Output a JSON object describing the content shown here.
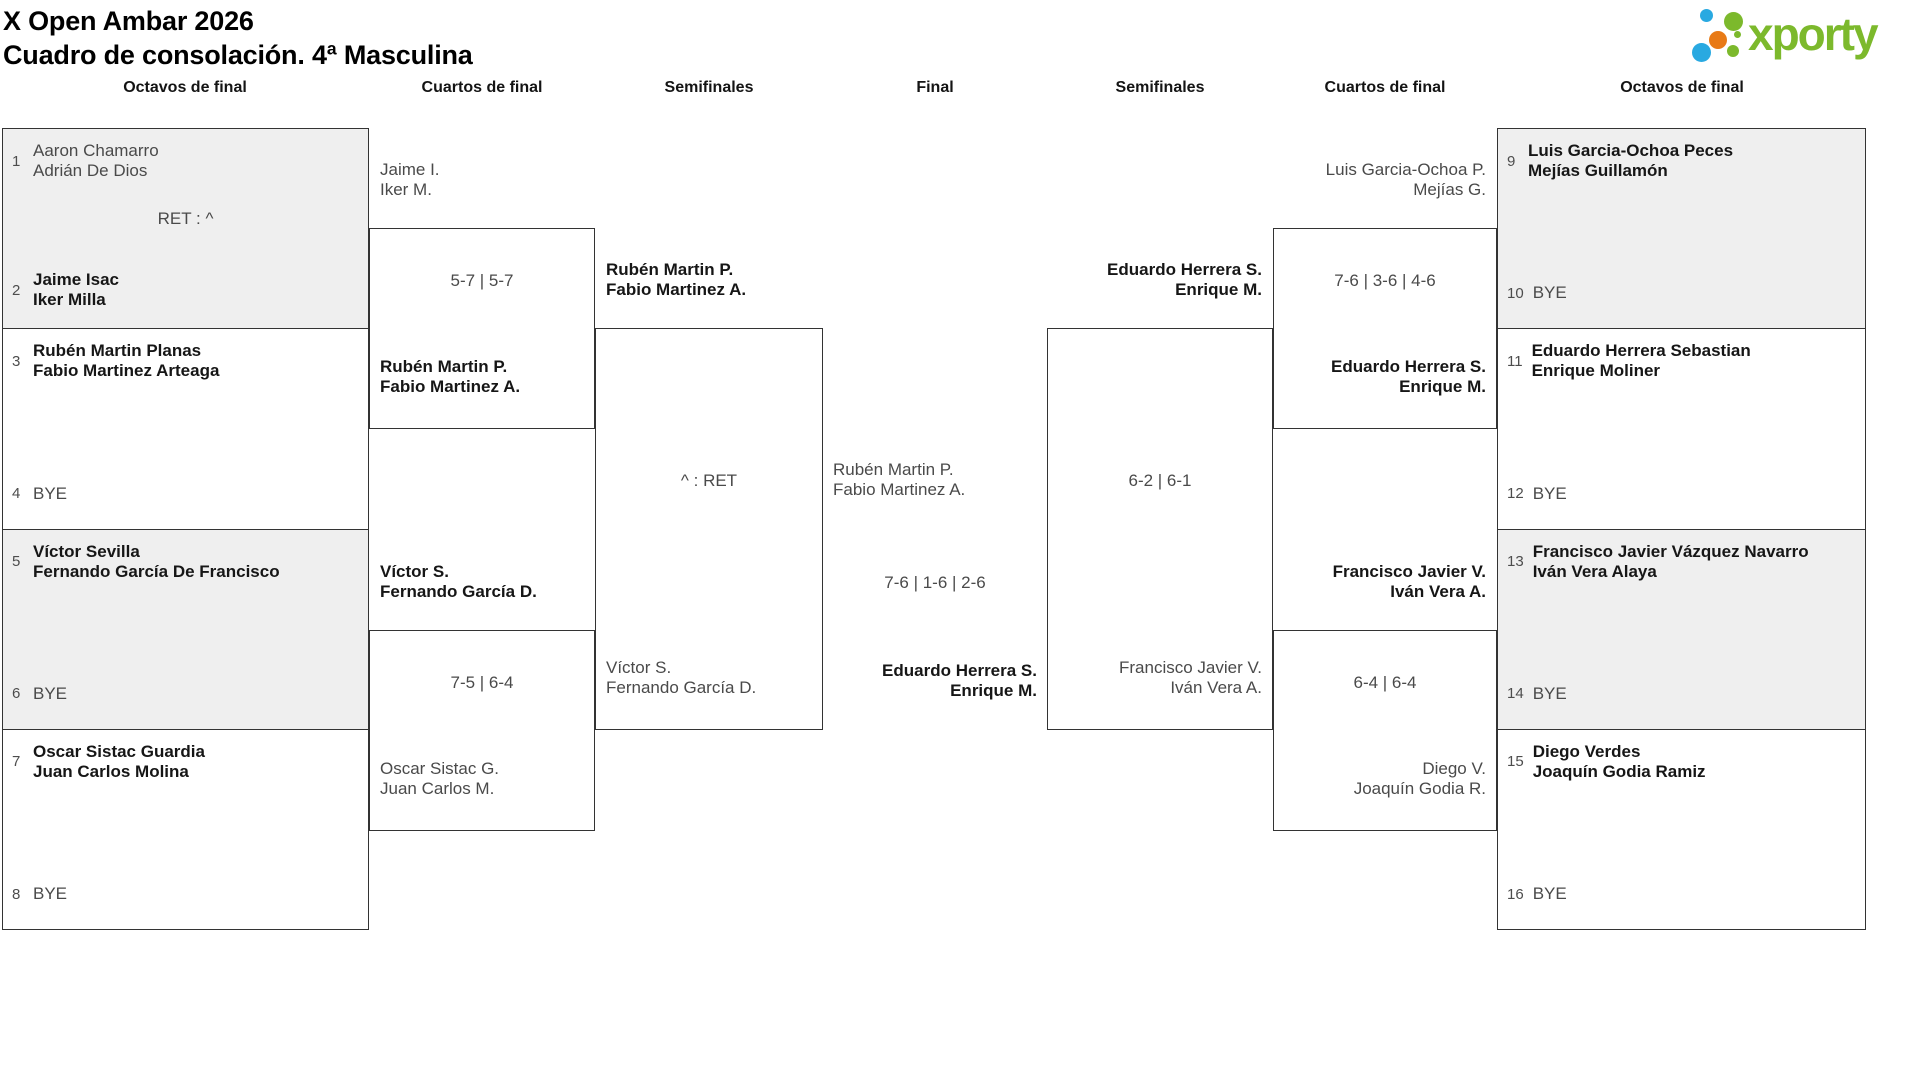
{
  "title": {
    "line1": "X Open Ambar 2026",
    "line2": "Cuadro de consolación. 4ª Masculina"
  },
  "logo": {
    "wordmark": "xporty"
  },
  "palette": {
    "logo_green": "#7cb92c",
    "logo_blue": "#29a9e1",
    "logo_orange": "#e87a16",
    "shaded_row": "#efefef",
    "border": "#333333",
    "winner_text": "#161616",
    "secondary_text": "#4a4a4a"
  },
  "headers": {
    "octavos_left": "Octavos de final",
    "cuartos_left": "Cuartos de final",
    "semis_left": "Semifinales",
    "final": "Final",
    "semis_right": "Semifinales",
    "cuartos_right": "Cuartos de final",
    "octavos_right": "Octavos de final"
  },
  "round_of_16": {
    "left": [
      {
        "seed_top": "1",
        "team_top": [
          "Aaron Chamarro",
          "Adrián De Dios"
        ],
        "score": "RET : ^",
        "seed_bottom": "2",
        "team_bottom": [
          "Jaime Isac",
          "Iker Milla"
        ]
      },
      {
        "seed_top": "3",
        "team_top": [
          "Rubén Martin Planas",
          "Fabio Martinez Arteaga"
        ],
        "score": "",
        "seed_bottom": "4",
        "team_bottom": [
          "BYE"
        ]
      },
      {
        "seed_top": "5",
        "team_top": [
          "Víctor Sevilla",
          "Fernando García De Francisco"
        ],
        "score": "",
        "seed_bottom": "6",
        "team_bottom": [
          "BYE"
        ]
      },
      {
        "seed_top": "7",
        "team_top": [
          "Oscar Sistac Guardia",
          "Juan Carlos Molina"
        ],
        "score": "",
        "seed_bottom": "8",
        "team_bottom": [
          "BYE"
        ]
      }
    ],
    "right": [
      {
        "seed_top": "9",
        "team_top": [
          "Luis Garcia-Ochoa Peces",
          "Mejías Guillamón"
        ],
        "score": "",
        "seed_bottom": "10",
        "team_bottom": [
          "BYE"
        ]
      },
      {
        "seed_top": "11",
        "team_top": [
          "Eduardo Herrera Sebastian",
          "Enrique Moliner"
        ],
        "score": "",
        "seed_bottom": "12",
        "team_bottom": [
          "BYE"
        ]
      },
      {
        "seed_top": "13",
        "team_top": [
          "Francisco Javier Vázquez Navarro",
          "Iván Vera Alaya"
        ],
        "score": "",
        "seed_bottom": "14",
        "team_bottom": [
          "BYE"
        ]
      },
      {
        "seed_top": "15",
        "team_top": [
          "Diego Verdes",
          "Joaquín Godia Ramiz"
        ],
        "score": "",
        "seed_bottom": "16",
        "team_bottom": [
          "BYE"
        ]
      }
    ]
  },
  "quarterfinals": {
    "left": [
      {
        "team_top": [
          "Jaime I.",
          "Iker M."
        ],
        "score": "5-7 | 5-7",
        "team_bottom": [
          "Rubén Martin P.",
          "Fabio Martinez A."
        ]
      },
      {
        "team_top": [
          "Víctor S.",
          "Fernando García D."
        ],
        "score": "7-5 | 6-4",
        "team_bottom": [
          "Oscar Sistac G.",
          "Juan Carlos M."
        ]
      }
    ],
    "right": [
      {
        "team_top": [
          "Luis Garcia-Ochoa P.",
          "Mejías G."
        ],
        "score": "7-6 | 3-6 | 4-6",
        "team_bottom": [
          "Eduardo Herrera S.",
          "Enrique M."
        ]
      },
      {
        "team_top": [
          "Francisco Javier V.",
          "Iván Vera A."
        ],
        "score": "6-4 | 6-4",
        "team_bottom": [
          "Diego V.",
          "Joaquín Godia R."
        ]
      }
    ]
  },
  "semifinals": {
    "left": {
      "team_top": [
        "Rubén Martin P.",
        "Fabio Martinez A."
      ],
      "score": "^ : RET",
      "team_bottom": [
        "Víctor S.",
        "Fernando García D."
      ]
    },
    "right": {
      "team_top": [
        "Eduardo Herrera S.",
        "Enrique M."
      ],
      "score": "6-2 | 6-1",
      "team_bottom": [
        "Francisco Javier V.",
        "Iván Vera A."
      ]
    }
  },
  "final": {
    "team_top": [
      "Rubén Martin P.",
      "Fabio Martinez A."
    ],
    "score": "7-6 | 1-6 | 2-6",
    "team_bottom": [
      "Eduardo Herrera S.",
      "Enrique M."
    ]
  }
}
